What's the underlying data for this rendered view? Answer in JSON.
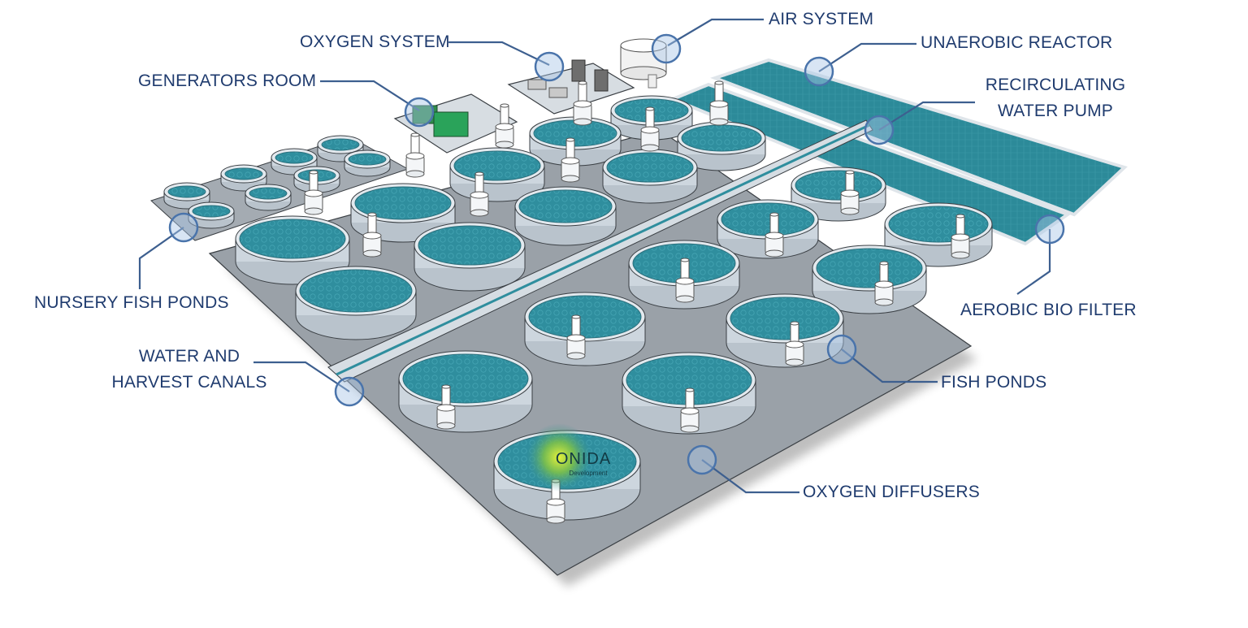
{
  "diagram": {
    "labels": {
      "air_system": "AIR SYSTEM",
      "oxygen_system": "OXYGEN SYSTEM",
      "unaerobic_reactor": "UNAEROBIC REACTOR",
      "generators_room": "GENERATORS ROOM",
      "recirculating_pump": [
        "RECIRCULATING",
        "WATER PUMP"
      ],
      "nursery_fish_ponds": "NURSERY FISH PONDS",
      "aerobic_bio_filter": "AEROBIC BIO FILTER",
      "water_harvest_canals": [
        "WATER AND",
        "HARVEST CANALS"
      ],
      "fish_ponds": "FISH PONDS",
      "oxygen_diffusers": "OXYGEN DIFFUSERS"
    },
    "logo": {
      "name": "ONIDA",
      "sub": "Development"
    },
    "colors": {
      "label_text": "#1f3b6e",
      "leader_line": "#3d5f8f",
      "marker_fill": "#a9c5e6",
      "marker_stroke": "#4a74ab",
      "water": "#2f8e9e",
      "floor": "#9aa1a8",
      "pond_wall": "#cdd6de"
    }
  }
}
